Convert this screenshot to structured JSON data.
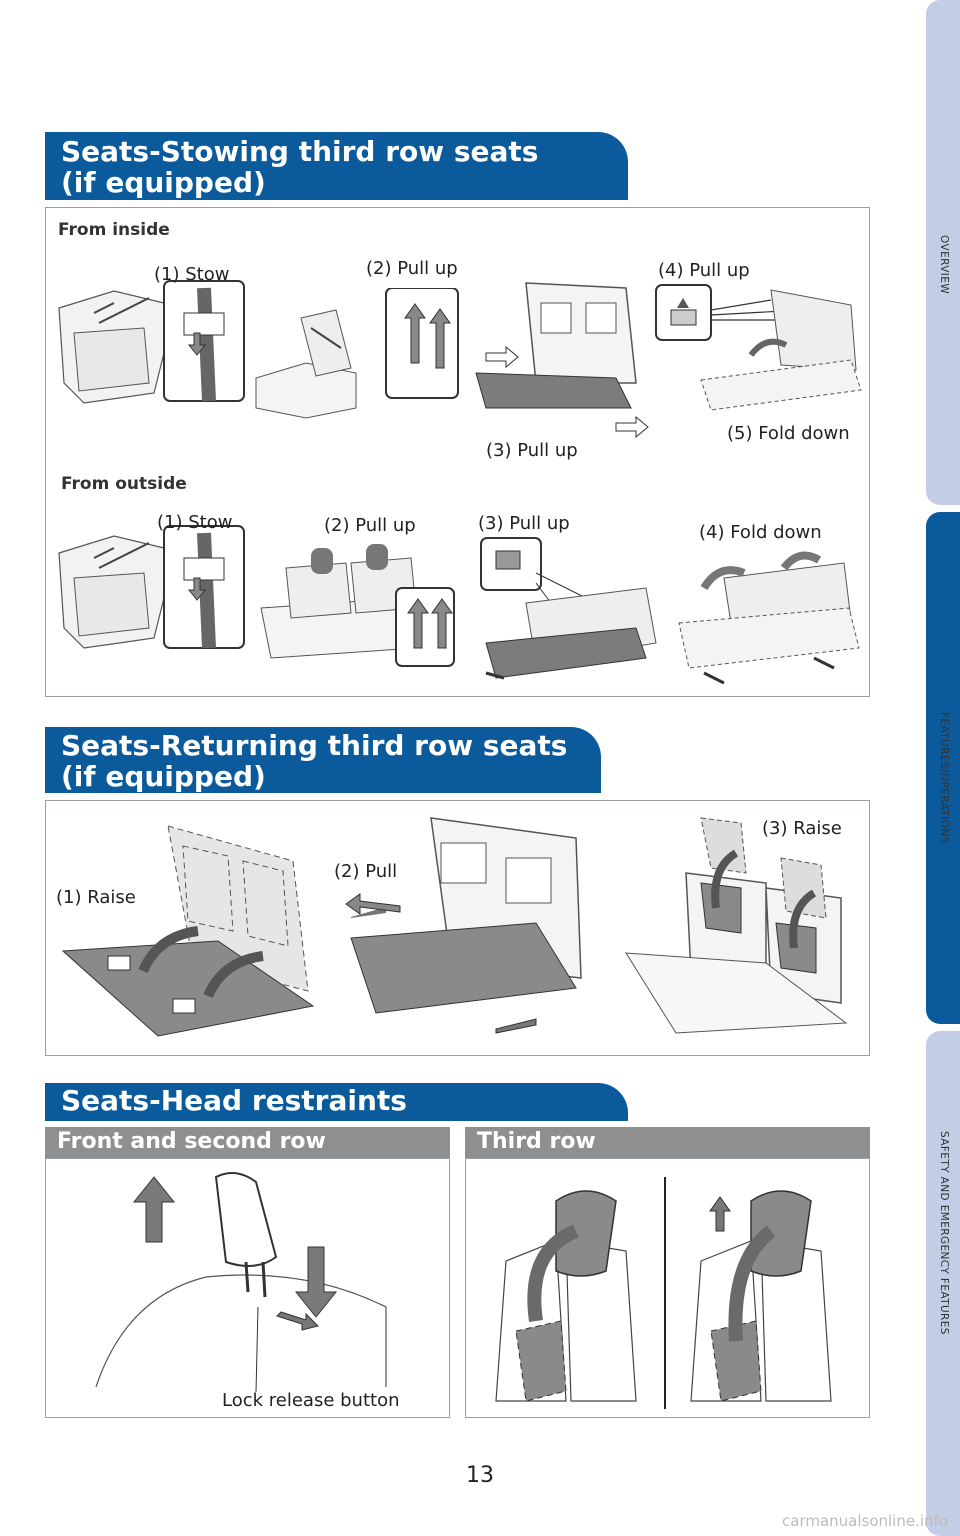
{
  "side_tabs": [
    {
      "label": "OVERVIEW",
      "active": false
    },
    {
      "label": "FEATURES/OPERATIONS",
      "active": true
    },
    {
      "label": "SAFETY AND EMERGENCY FEATURES",
      "active": false
    }
  ],
  "colors": {
    "banner": "#0a5a9c",
    "tab_inactive": "#c3cde6",
    "tab_active": "#0a5a9c",
    "subheader_gray": "#8e8f91"
  },
  "stowing": {
    "title_line1": "Seats-Stowing third row seats",
    "title_line2": "(if equipped)",
    "from_inside": {
      "heading": "From inside",
      "labels": [
        "(1) Stow",
        "(2) Pull up",
        "(3) Pull up",
        "(4) Pull up",
        "(5) Fold down"
      ]
    },
    "from_outside": {
      "heading": "From outside",
      "labels": [
        "(1) Stow",
        "(2) Pull up",
        "(3) Pull up",
        "(4) Fold down"
      ]
    }
  },
  "returning": {
    "title_line1": "Seats-Returning third row seats",
    "title_line2": "(if equipped)",
    "labels": [
      "(1) Raise",
      "(2) Pull",
      "(3) Raise"
    ]
  },
  "head": {
    "title": "Seats-Head restraints",
    "front_label": "Front and second row",
    "third_label": "Third row",
    "lock_release": "Lock release button"
  },
  "page_number": "13",
  "watermark": "carmanualsonline.info"
}
